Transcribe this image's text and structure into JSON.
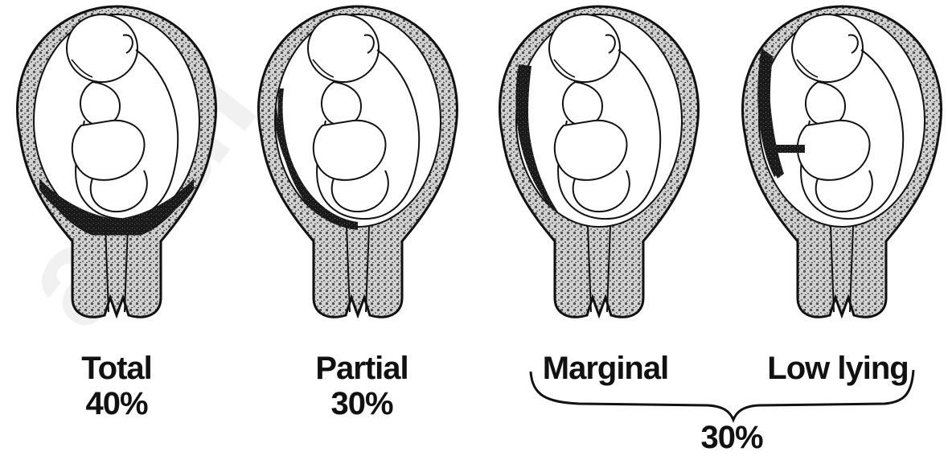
{
  "watermark": "akul",
  "panels": [
    {
      "name": "Total",
      "percent": "40%"
    },
    {
      "name": "Partial",
      "percent": "30%"
    },
    {
      "name": "Marginal"
    },
    {
      "name": "Low lying"
    }
  ],
  "combined_percent": "30%",
  "colors": {
    "ink": "#111111",
    "placenta": "#1a1a1a",
    "wall_fill": "#d9d9d9",
    "watermark": "#f1f1f1"
  }
}
